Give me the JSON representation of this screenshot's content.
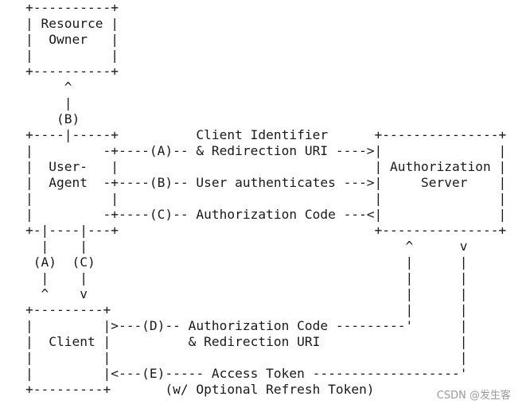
{
  "diagram": {
    "lines": [
      "+----------+",
      "| Resource |",
      "|  Owner   |",
      "|          |",
      "+----------+",
      "     ^",
      "     |",
      "    (B)",
      "+----|-----+          Client Identifier      +---------------+",
      "|         -+----(A)-- & Redirection URI ---->|               |",
      "|  User-   |                                 | Authorization |",
      "|  Agent  -+----(B)-- User authenticates --->|     Server    |",
      "|          |                                 |               |",
      "|         -+----(C)-- Authorization Code ---<|               |",
      "+-|----|---+                                 +---------------+",
      "  |    |                                         ^      v",
      " (A)  (C)                                        |      |",
      "  |    |                                         |      |",
      "  ^    v                                         |      |",
      "+---------+                                      |      |",
      "|         |>---(D)-- Authorization Code ---------'      |",
      "|  Client |          & Redirection URI                  |",
      "|         |                                             |",
      "|         |<---(E)----- Access Token -------------------'",
      "+---------+       (w/ Optional Refresh Token)"
    ]
  },
  "watermark": "CSDN @发生客"
}
